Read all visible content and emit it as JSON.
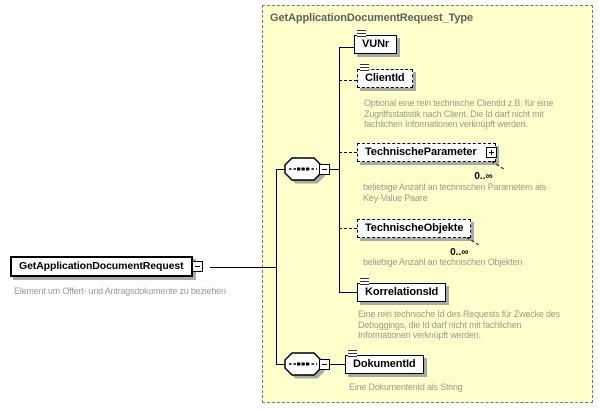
{
  "panel": {
    "title": "GetApplicationDocumentRequest_Type"
  },
  "root": {
    "name": "GetApplicationDocumentRequest",
    "annotation_lines": [
      "Element um Offert- und Antragsdokumente zu beziehen"
    ]
  },
  "elements": [
    {
      "name": "VUNr",
      "kind": "required"
    },
    {
      "name": "ClientId",
      "kind": "optional",
      "annotation_lines": [
        "Optional eine rein technische ClientId z.B. für eine",
        "Zugriffsstatistik nach Client. Die Id darf nicht mit",
        "fachlichen Informationen verknüpft werden."
      ]
    },
    {
      "name": "TechnischeParameter",
      "kind": "optional",
      "occurrence": "0..∞",
      "expandable": true,
      "annotation_lines": [
        "beliebige Anzahl an technischen Parametern als",
        "Key-Value Paare"
      ]
    },
    {
      "name": "TechnischeObjekte",
      "kind": "optional",
      "occurrence": "0..∞",
      "annotation_lines": [
        "beliebige Anzahl an technischen Objekten"
      ]
    },
    {
      "name": "KorrelationsId",
      "kind": "required",
      "annotation_lines": [
        "Eine rein technische Id des Requests für Zwecke des",
        "Debuggings, die Id darf nicht mit fachlichen",
        "Informationen verknüpft werden."
      ]
    },
    {
      "name": "DokumentId",
      "kind": "required",
      "annotation_lines": [
        "Eine DokumentenId als String"
      ]
    }
  ],
  "colors": {
    "panel_bg": "#FFFFCC",
    "panel_border": "#777770",
    "title_text": "#60605A",
    "annotation_text": "#9B9B8C",
    "box_border": "#000000",
    "box_shadow": "#A9A9A9"
  }
}
